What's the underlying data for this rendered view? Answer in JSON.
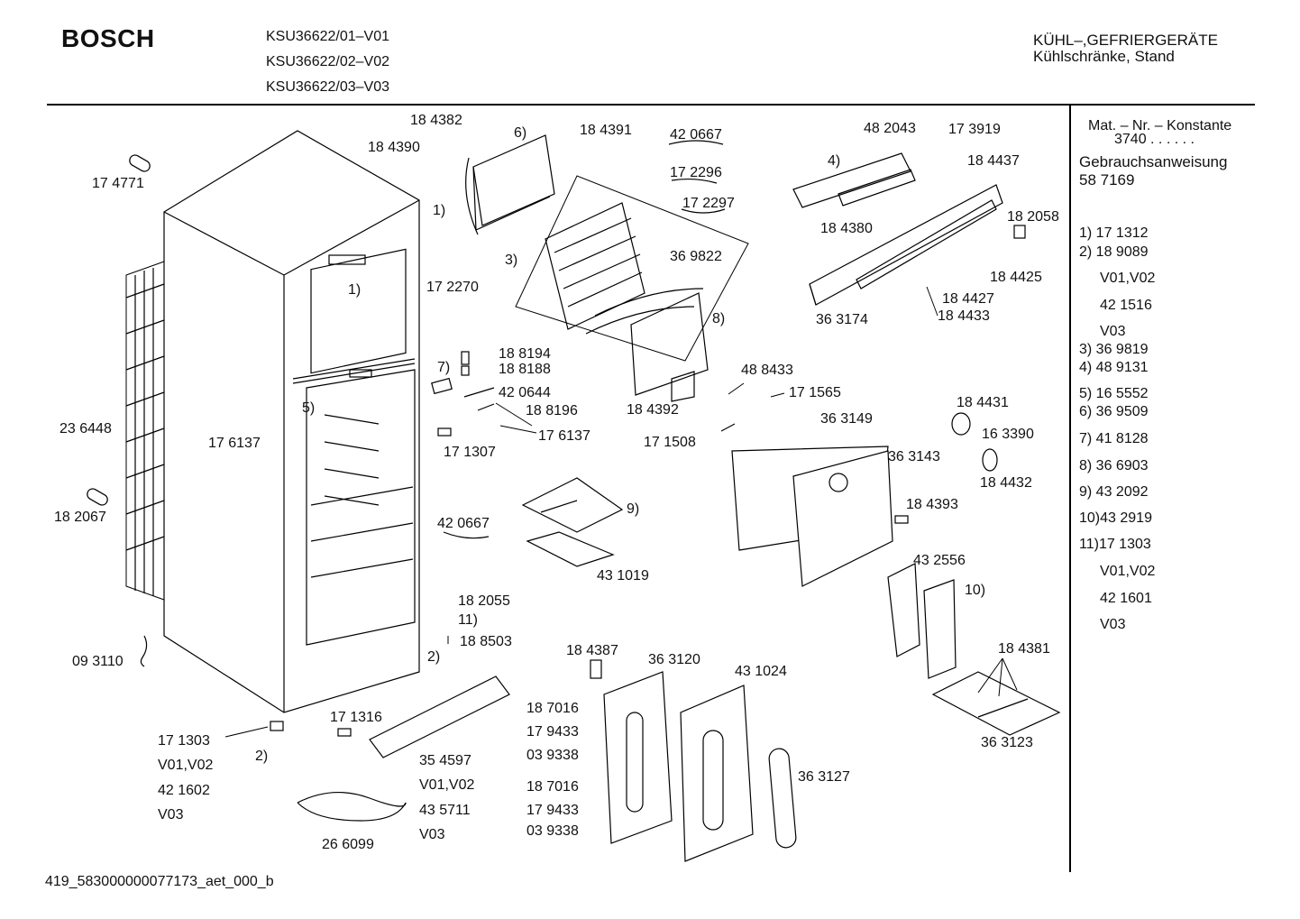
{
  "header": {
    "brand": "BOSCH",
    "models": [
      "KSU36622/01–V01",
      "KSU36622/02–V02",
      "KSU36622/03–V03"
    ],
    "category_line1": "KÜHL–,GEFRIERGERÄTE",
    "category_line2": "Kühlschränke, Stand"
  },
  "side_panel": {
    "constant_label": "Mat. – Nr. – Konstante",
    "constant_value": "3740 . . . . . .",
    "manual_label": "Gebrauchsanweisung",
    "manual_number": "58 7169",
    "lines": [
      "1) 17 1312",
      "2) 18 9089",
      "V01,V02",
      "42 1516",
      "V03",
      "3) 36 9819",
      "4) 48 9131",
      "5) 16 5552",
      "6) 36 9509",
      "7) 41 8128",
      "8) 36 6903",
      "9) 43 2092",
      "10)43 2919",
      "11)17 1303",
      "V01,V02",
      "42 1601",
      "V03"
    ]
  },
  "labels": {
    "l184382": "18 4382",
    "l184390": "18 4390",
    "l6": "6)",
    "l184391": "18 4391",
    "l420667a": "42 0667",
    "l172296": "17 2296",
    "l172297": "17 2297",
    "l482043": "48 2043",
    "l173919": "17 3919",
    "l4": "4)",
    "l184437": "18 4437",
    "l184380": "18 4380",
    "l182058": "18 2058",
    "l184425": "18 4425",
    "l184427": "18 4427",
    "l184433": "18 4433",
    "l363174": "36 3174",
    "l174771": "17 4771",
    "l1a": "1)",
    "l172270": "17 2270",
    "l3": "3)",
    "l369822": "36 9822",
    "l1b": "1)",
    "l8": "8)",
    "l188194": "18 8194",
    "l188188": "18 8188",
    "l7": "7)",
    "l420644": "42 0644",
    "l188196": "18 8196",
    "l176137a": "17 6137",
    "l171307": "17 1307",
    "l184392": "18 4392",
    "l488433": "48 8433",
    "l171565": "17 1565",
    "l171508": "17 1508",
    "l363149": "36 3149",
    "l184431": "18 4431",
    "l163390": "16 3390",
    "l363143": "36 3143",
    "l184432": "18 4432",
    "l236448": "23 6448",
    "l5": "5)",
    "l176137b": "17 6137",
    "l182067": "18 2067",
    "l9": "9)",
    "l420667b": "42 0667",
    "l431019": "43 1019",
    "l184393": "18 4393",
    "l432556": "43 2556",
    "l10": "10)",
    "l182055": "18 2055",
    "l11": "11)",
    "l188503": "18 8503",
    "l093110": "09 3110",
    "l2a": "2)",
    "l184387": "18 4387",
    "l363120": "36 3120",
    "l431024": "43 1024",
    "l184381": "18 4381",
    "l363123": "36 3123",
    "l187016a": "18 7016",
    "l179433a": "17 9433",
    "l039338a": "03 9338",
    "l187016b": "18 7016",
    "l179433b": "17 9433",
    "l039338b": "03 9338",
    "l363127": "36 3127",
    "l171316": "17 1316",
    "l171303": "17 1303",
    "lv0102a": "V01,V02",
    "l421602": "42 1602",
    "lv03a": "V03",
    "l2b": "2)",
    "l354597": "35 4597",
    "lv0102b": "V01,V02",
    "l435711": "43 5711",
    "lv03b": "V03",
    "l266099": "26 6099"
  },
  "footer": {
    "doc_id": "419_583000000077173_aet_000_b"
  }
}
